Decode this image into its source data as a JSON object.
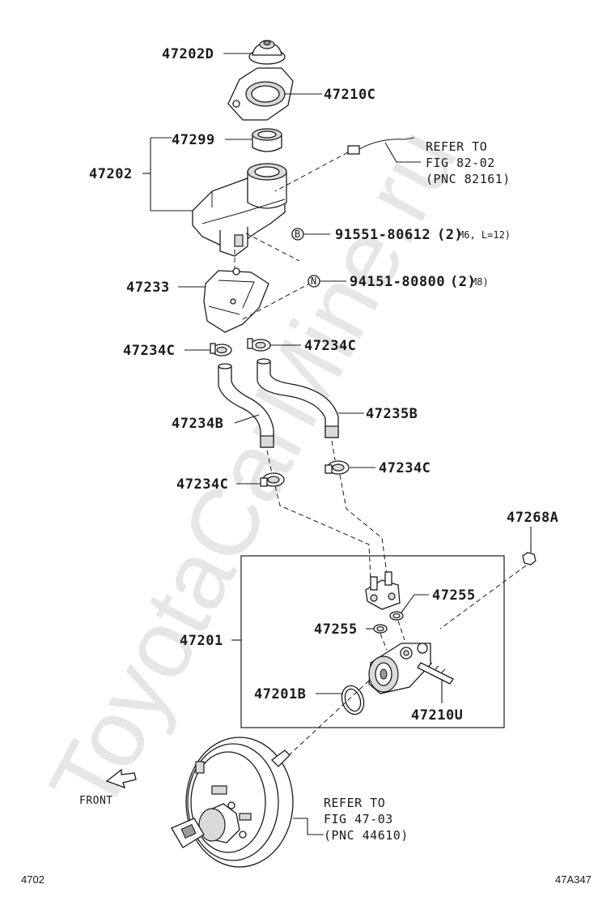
{
  "watermark": "ToyotaCarMine.ru",
  "parts": {
    "p47202D": "47202D",
    "p47210C": "47210C",
    "p47299": "47299",
    "p47202": "47202",
    "p47233": "47233",
    "p47234C_left_upper": "47234C",
    "p47234C_right_upper": "47234C",
    "p47234B": "47234B",
    "p47235B": "47235B",
    "p47234C_left_lower": "47234C",
    "p47234C_right_lower": "47234C",
    "p47268A": "47268A",
    "p47255_right": "47255",
    "p47255_left": "47255",
    "p47201": "47201",
    "p47201B": "47201B",
    "p47210U": "47210U"
  },
  "bolts": {
    "b_symbol": "B",
    "b_number": "91551-80612",
    "b_qty": "(2)",
    "b_spec": "M6, L=12)",
    "n_symbol": "N",
    "n_number": "94151-80800",
    "n_qty": "(2)",
    "n_spec": "M8)"
  },
  "refs": {
    "top_line1": "REFER TO",
    "top_line2": "FIG 82-02",
    "top_line3": "(PNC 82161)",
    "bottom_line1": "REFER TO",
    "bottom_line2": "FIG 47-03",
    "bottom_line3": "(PNC 44610)"
  },
  "front_label": "FRONT",
  "corner_left": "4702",
  "corner_right": "47A347"
}
